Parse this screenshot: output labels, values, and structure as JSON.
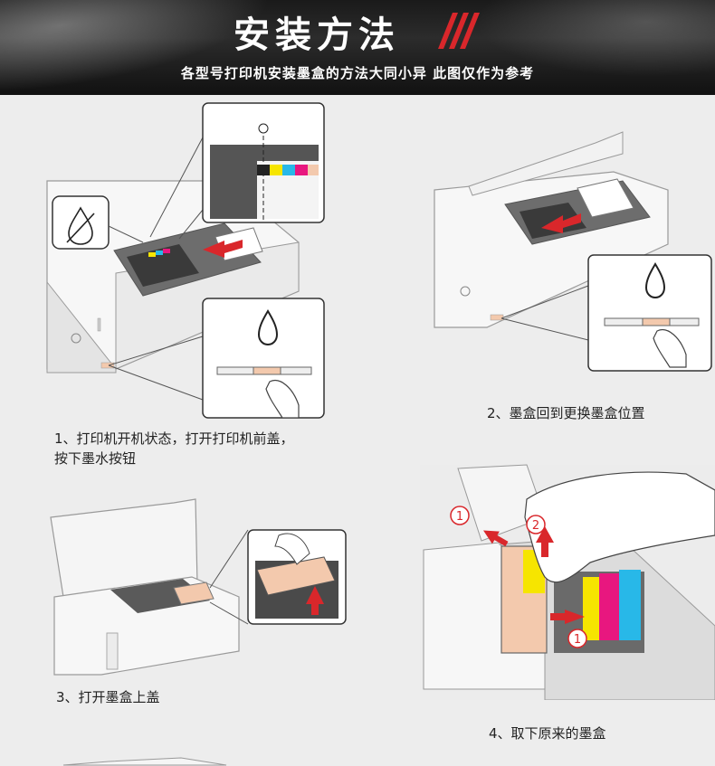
{
  "header": {
    "title": "安装方法",
    "subtitle": "各型号打印机安装墨盒的方法大同小异  此图仅作为参考"
  },
  "steps": [
    {
      "caption_line1": "1、打印机开机状态，打开打印机前盖，",
      "caption_line2": "按下墨水按钮"
    },
    {
      "caption": "2、墨盒回到更换墨盒位置"
    },
    {
      "caption": "3、打开墨盒上盖"
    },
    {
      "caption": "4、取下原来的墨盒"
    }
  ],
  "markers": {
    "one": "1",
    "two": "2"
  },
  "colors": {
    "accent_red": "#d9272b",
    "cartridge": "#f3c9ad",
    "yellow": "#f6e500",
    "cyan": "#28b8e8",
    "magenta": "#e8177f"
  }
}
